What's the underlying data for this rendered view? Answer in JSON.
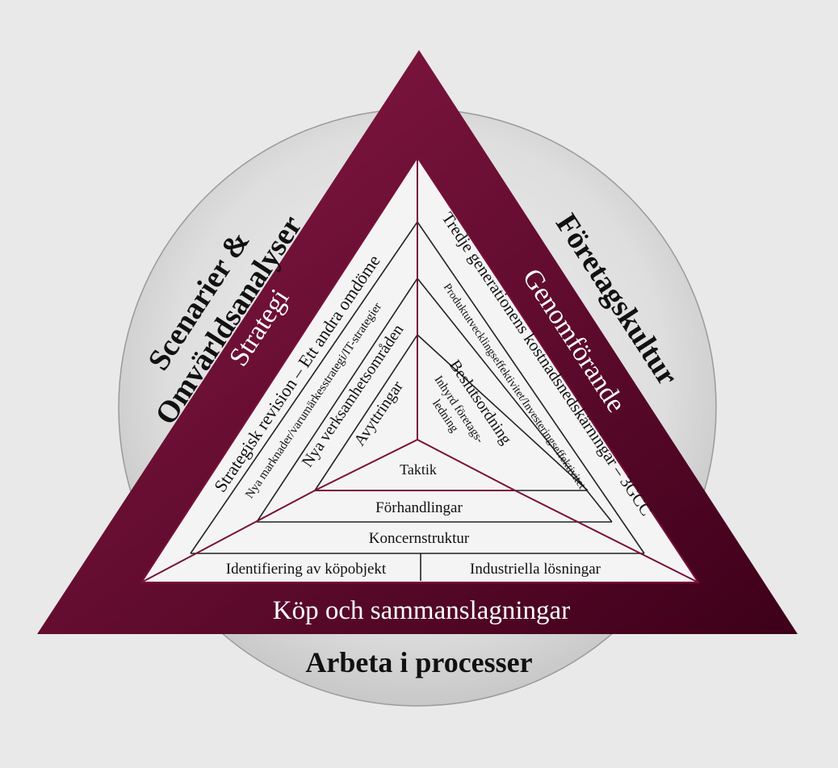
{
  "colors": {
    "background": "#e9e9e9",
    "circle": "#d8d8d8",
    "band_light": "#8c1a47",
    "band_dark": "#3d0019",
    "inner": "#f4f4f4",
    "line": "#222222",
    "accent_line": "#7a0f3a"
  },
  "outer": {
    "left_line1": "Scenarier &",
    "left_line2": "Omvärldsanalyser",
    "right": "Företagskultur",
    "bottom": "Arbeta i processer"
  },
  "band": {
    "left": "Strategi",
    "right": "Genomförande",
    "bottom": "Köp och sammanslagningar"
  },
  "left_layers": [
    "Strategisk revision – Ett andra omdöme",
    "Nya marknader/varumärkesstrategi/IT-strategier",
    "Nya verksamhetsområden",
    "Avyttringar"
  ],
  "right_layers": [
    "Tredje generationens kostnadsnedskärningar – 3GCC",
    "Produktutvecklingseffektivitet/Investeringseffektivitet",
    "Beslutsordning",
    "Inhyrd företags-",
    "ledning"
  ],
  "bottom_layers": {
    "row4_left": "Identifiering av köpobjekt",
    "row4_right": "Industriella lösningar",
    "row3": "Koncernstruktur",
    "row2": "Förhandlingar",
    "row1": "Taktik"
  }
}
